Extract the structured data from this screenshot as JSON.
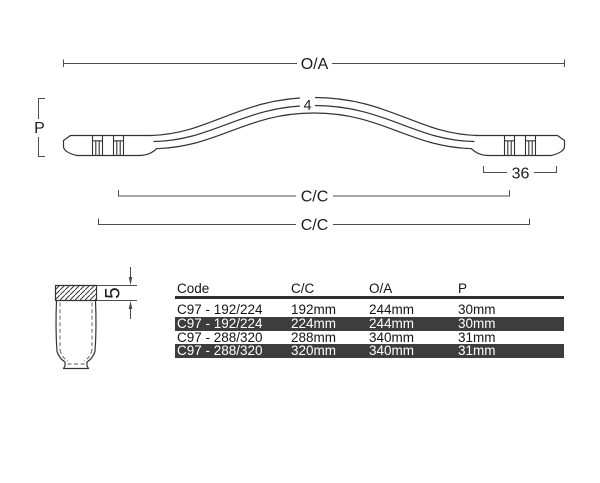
{
  "diagram": {
    "overall_dim_label": "O/A",
    "projection_dim_label": "P",
    "arch_section_label": "4",
    "foot_width_label": "36",
    "cc_upper_label": "C/C",
    "cc_lower_label": "C/C",
    "cap_height_label": "5"
  },
  "table": {
    "columns": [
      "Code",
      "C/C",
      "O/A",
      "P"
    ],
    "rows": [
      {
        "code": "C97 - 192/224",
        "cc": "192mm",
        "oa": "244mm",
        "p": "30mm",
        "highlighted": false
      },
      {
        "code": "C97 - 192/224",
        "cc": "224mm",
        "oa": "244mm",
        "p": "30mm",
        "highlighted": true
      },
      {
        "code": "C97 - 288/320",
        "cc": "288mm",
        "oa": "340mm",
        "p": "31mm",
        "highlighted": false
      },
      {
        "code": "C97 - 288/320",
        "cc": "320mm",
        "oa": "340mm",
        "p": "31mm",
        "highlighted": true
      }
    ]
  },
  "colors": {
    "outline": "#333333",
    "dimension_line": "#4d4d4d",
    "header_rule": "#2e2e2e",
    "highlight_row_bg": "#3d3d3d",
    "highlight_row_text": "#ffffff",
    "background": "#ffffff"
  }
}
